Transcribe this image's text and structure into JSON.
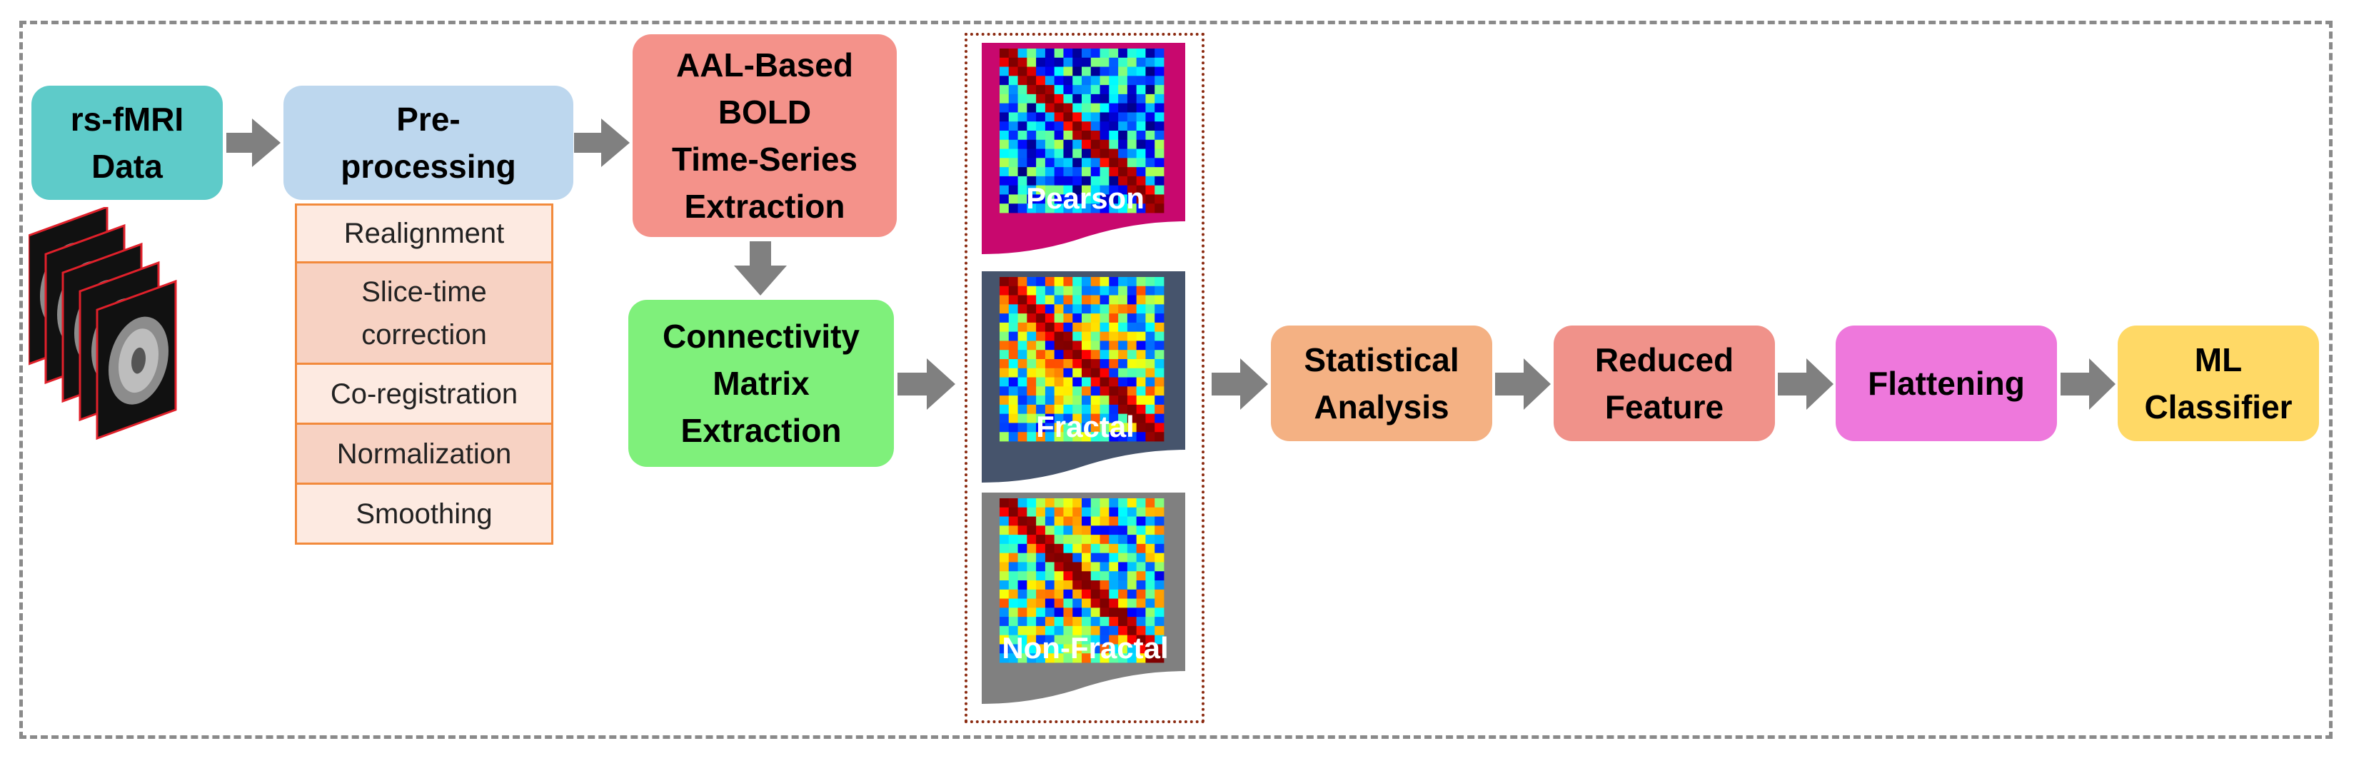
{
  "pipeline": {
    "input": {
      "label": "rs-fMRI\nData",
      "color": "#5ecbc9"
    },
    "preprocessing": {
      "label": "Pre-\nprocessing",
      "color": "#bdd7ee",
      "steps": [
        "Realignment",
        "Slice-time\ncorrection",
        "Co-registration",
        "Normalization",
        "Smoothing"
      ]
    },
    "extraction": {
      "label": "AAL-Based\nBOLD\nTime-Series\nExtraction",
      "color": "#f4928a"
    },
    "connectivity": {
      "label": "Connectivity\nMatrix\nExtraction",
      "color": "#7ff07b"
    },
    "matrices": [
      {
        "label": "Pearson",
        "color": "#c8086e"
      },
      {
        "label": "Fractal",
        "color": "#46546c"
      },
      {
        "label": "Non-Fractal",
        "color": "#808080"
      }
    ],
    "statistical": {
      "label": "Statistical\nAnalysis",
      "color": "#f4b183"
    },
    "reduced": {
      "label": "Reduced\nFeature",
      "color": "#f0928a"
    },
    "flattening": {
      "label": "Flattening",
      "color": "#ee78dc"
    },
    "classifier": {
      "label": "ML\nClassifier",
      "color": "#ffd966"
    }
  },
  "arrow_color": "#808080",
  "scan_border_color": "#e0202a"
}
